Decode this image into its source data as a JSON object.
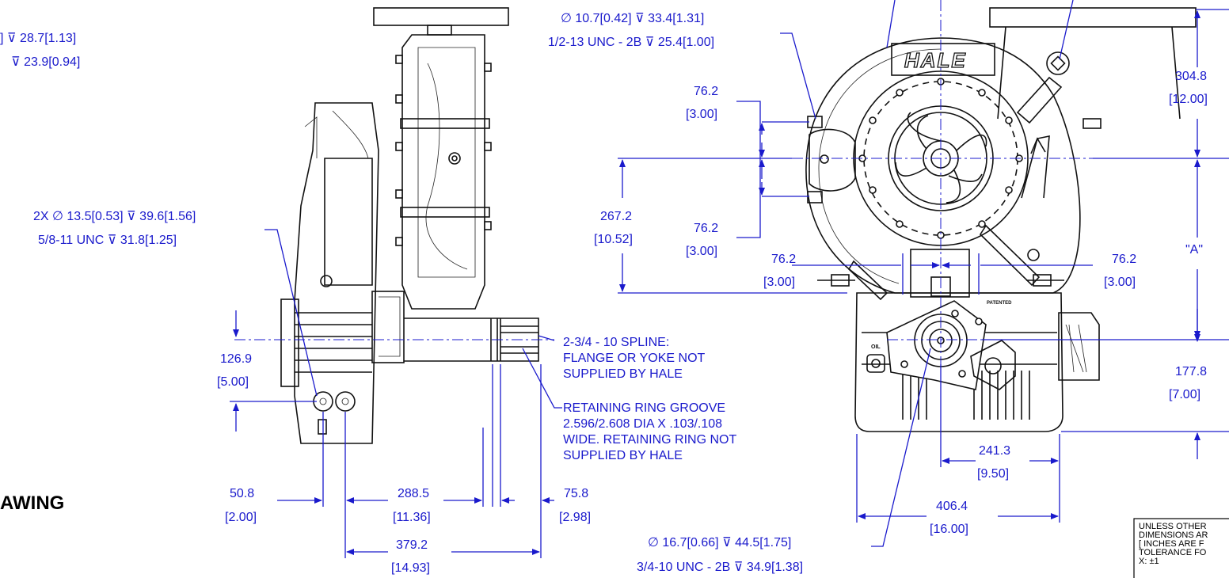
{
  "title": "AWING",
  "side_view": {
    "callout_top_left_1": "] ⊽ 28.7[1.13]",
    "callout_top_left_2": "⊽ 23.9[0.94]",
    "callout_holes_1": "2X ∅ 13.5[0.53] ⊽ 39.6[1.56]",
    "callout_holes_2": "5/8-11 UNC  ⊽ 31.8[1.25]",
    "dim_126": "126.9",
    "dim_126_in": "[5.00]",
    "dim_50": "50.8",
    "dim_50_in": "[2.00]",
    "dim_288": "288.5",
    "dim_288_in": "[11.36]",
    "dim_75": "75.8",
    "dim_75_in": "[2.98]",
    "dim_379": "379.2",
    "dim_379_in": "[14.93]",
    "spline_note": [
      "2-3/4 - 10 SPLINE:",
      "FLANGE OR YOKE NOT",
      "SUPPLIED BY HALE"
    ],
    "groove_note": [
      "RETAINING RING GROOVE",
      "2.596/2.608 DIA X .103/.108",
      "WIDE. RETAINING RING NOT",
      "SUPPLIED BY HALE"
    ]
  },
  "front_view": {
    "callout_top_1": "∅ 10.7[0.42] ⊽ 33.4[1.31]",
    "callout_top_2": "1/2-13 UNC - 2B ⊽ 25.4[1.00]",
    "brand": "HALE",
    "dim_76_a": "76.2",
    "dim_76_a_in": "[3.00]",
    "dim_76_b": "76.2",
    "dim_76_b_in": "[3.00]",
    "dim_267": "267.2",
    "dim_267_in": "[10.52]",
    "dim_76_c": "76.2",
    "dim_76_c_in": "[3.00]",
    "dim_76_d": "76.2",
    "dim_76_d_in": "[3.00]",
    "dim_304": "304.8",
    "dim_304_in": "[12.00]",
    "dim_A": "\"A\"",
    "dim_177": "177.8",
    "dim_177_in": "[7.00]",
    "dim_241": "241.3",
    "dim_241_in": "[9.50]",
    "dim_406": "406.4",
    "dim_406_in": "[16.00]",
    "callout_bottom_1": "∅ 16.7[0.66] ⊽ 44.5[1.75]",
    "callout_bottom_2": "3/4-10 UNC - 2B ⊽ 34.9[1.38]",
    "patented": "PATENTED",
    "oil": "OIL"
  },
  "notes_box": [
    "UNLESS OTHER",
    "DIMENSIONS AR",
    "[ INCHES ARE F",
    "TOLERANCE FO",
    "X: ±1"
  ]
}
